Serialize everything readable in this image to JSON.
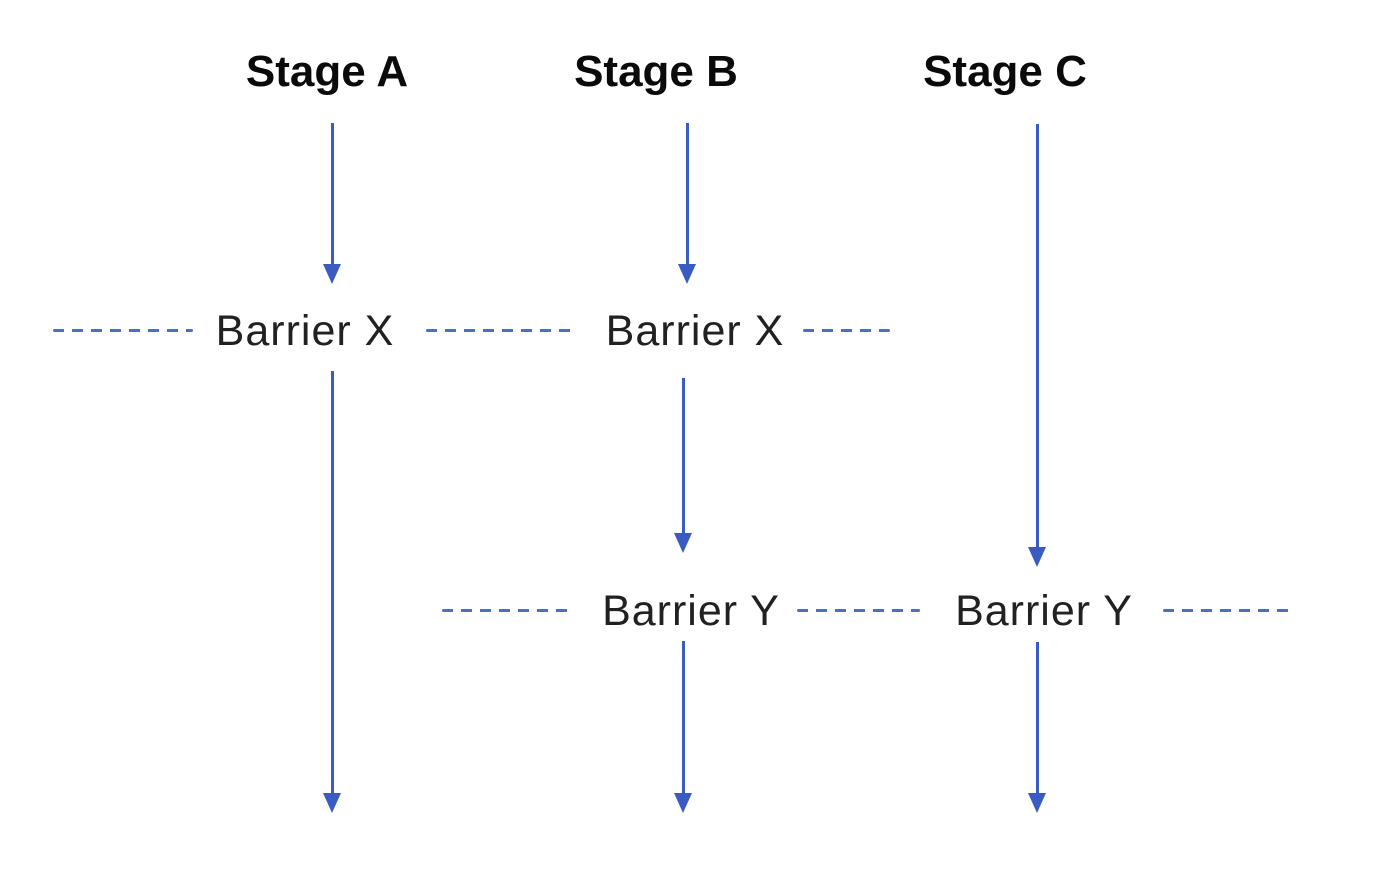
{
  "diagram": {
    "stages": [
      {
        "label": "Stage A"
      },
      {
        "label": "Stage B"
      },
      {
        "label": "Stage C"
      }
    ],
    "barrier_x": {
      "label_a": "Barrier X",
      "label_b": "Barrier X"
    },
    "barrier_y": {
      "label_b": "Barrier Y",
      "label_c": "Barrier Y"
    },
    "colors": {
      "arrow": "#3A5CC2",
      "dash": "#4472C4",
      "text": "#111111"
    }
  }
}
